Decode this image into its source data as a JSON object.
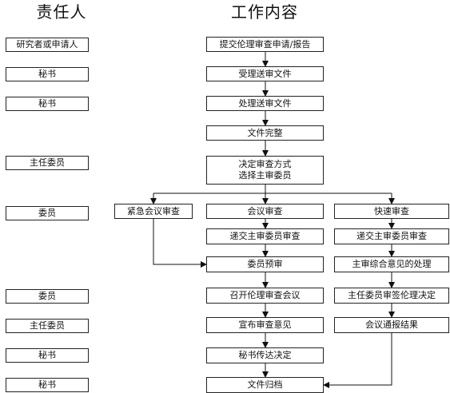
{
  "headers": {
    "responsible": "责任人",
    "work_content": "工作内容"
  },
  "responsible": [
    "研究者或申请人",
    "秘书",
    "秘书",
    "主任委员",
    "委员",
    "委员",
    "主任委员",
    "秘书",
    "秘书"
  ],
  "steps": {
    "submit": "提交伦理审查申请/报告",
    "accept": "受理送审文件",
    "process": "处理送审文件",
    "complete": "文件完整",
    "decide": "决定审查方式\n选择主审委员",
    "emergency": "紧急会议审查",
    "meeting": "会议审查",
    "fast": "快速审查",
    "submit_main_mid": "递交主审委员审查",
    "submit_main_right": "递交主审委员审查",
    "prereview": "委员预审",
    "synthesis": "主审综合意见的处理",
    "convene": "召开伦理审查会议",
    "chair_sign": "主任委员审签伦理决定",
    "announce": "宣布审查意见",
    "notify": "会议通报结果",
    "convey": "秘书传达决定",
    "archive": "文件归档"
  }
}
